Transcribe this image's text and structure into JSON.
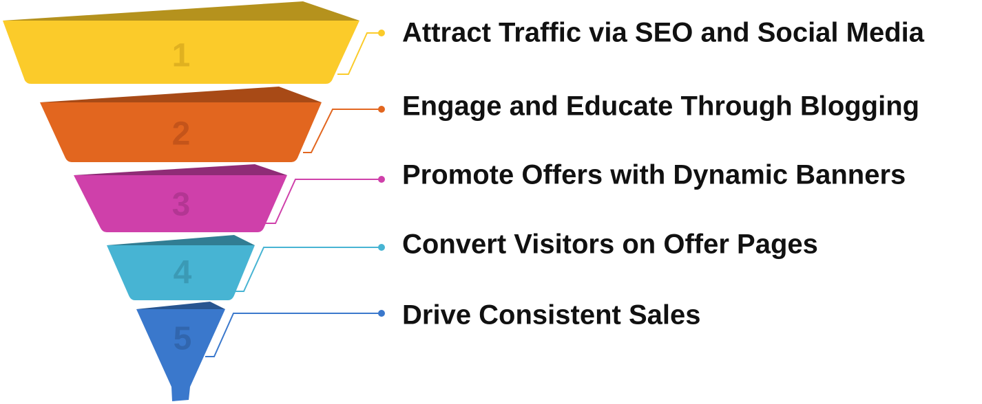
{
  "funnel": {
    "stages": [
      {
        "number": "1",
        "label": "Attract Traffic via SEO and Social Media",
        "color": "#FBCB2A",
        "top_color": "#B5921D",
        "connector_color": "#FBCB2A",
        "number_color": "#E0B120"
      },
      {
        "number": "2",
        "label": "Engage and Educate Through Blogging",
        "color": "#E2661F",
        "top_color": "#A84A16",
        "connector_color": "#E2661F",
        "number_color": "#C4541A"
      },
      {
        "number": "3",
        "label": "Promote Offers with Dynamic Banners",
        "color": "#CF40AA",
        "top_color": "#8F2C76",
        "connector_color": "#CF40AA",
        "number_color": "#B33693"
      },
      {
        "number": "4",
        "label": "Convert Visitors on Offer Pages",
        "color": "#47B4D3",
        "top_color": "#317D93",
        "connector_color": "#47B4D3",
        "number_color": "#3B9AB5"
      },
      {
        "number": "5",
        "label": "Drive Consistent Sales",
        "color": "#3A78CC",
        "top_color": "#285590",
        "connector_color": "#3A78CC",
        "number_color": "#3166AE"
      }
    ]
  }
}
